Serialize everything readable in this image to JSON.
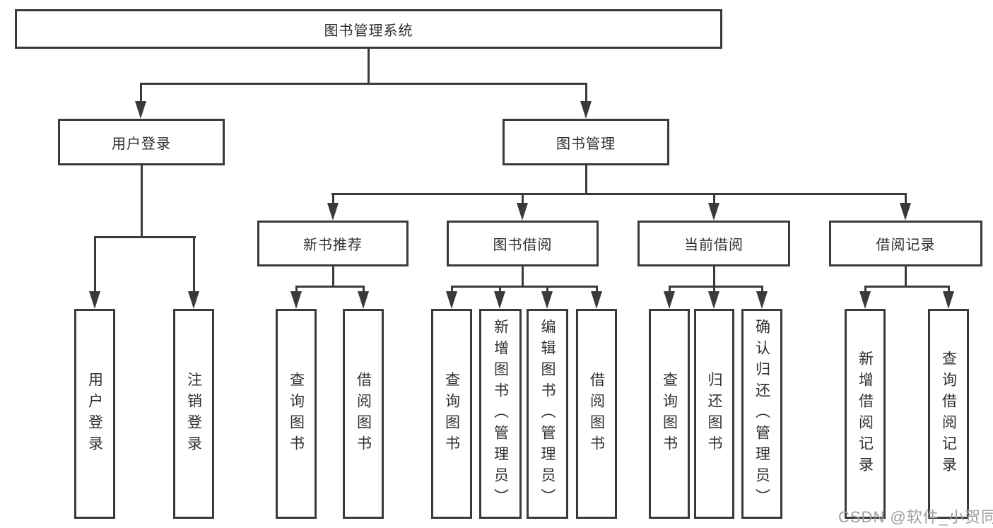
{
  "tree": {
    "label": "图书管理系统",
    "children": [
      {
        "label": "用户登录",
        "children": [
          {
            "label": "用户登录"
          },
          {
            "label": "注销登录"
          }
        ]
      },
      {
        "label": "图书管理",
        "children": [
          {
            "label": "新书推荐",
            "children": [
              {
                "label": "查询图书"
              },
              {
                "label": "借阅图书"
              }
            ]
          },
          {
            "label": "图书借阅",
            "children": [
              {
                "label": "查询图书"
              },
              {
                "label": "新增图书（管理员）"
              },
              {
                "label": "编辑图书（管理员）"
              },
              {
                "label": "借阅图书"
              }
            ]
          },
          {
            "label": "当前借阅",
            "children": [
              {
                "label": "查询图书"
              },
              {
                "label": "归还图书"
              },
              {
                "label": "确认归还（管理员）"
              }
            ]
          },
          {
            "label": "借阅记录",
            "children": [
              {
                "label": "新增借阅记录"
              },
              {
                "label": "查询借阅记录"
              }
            ]
          }
        ]
      }
    ]
  },
  "watermark": "CSDN @软件_小贺同学",
  "colors": {
    "line": "#3a3a3a",
    "text": "#2f2f2f",
    "watermark": "#9e9e9e",
    "background": "#ffffff"
  }
}
